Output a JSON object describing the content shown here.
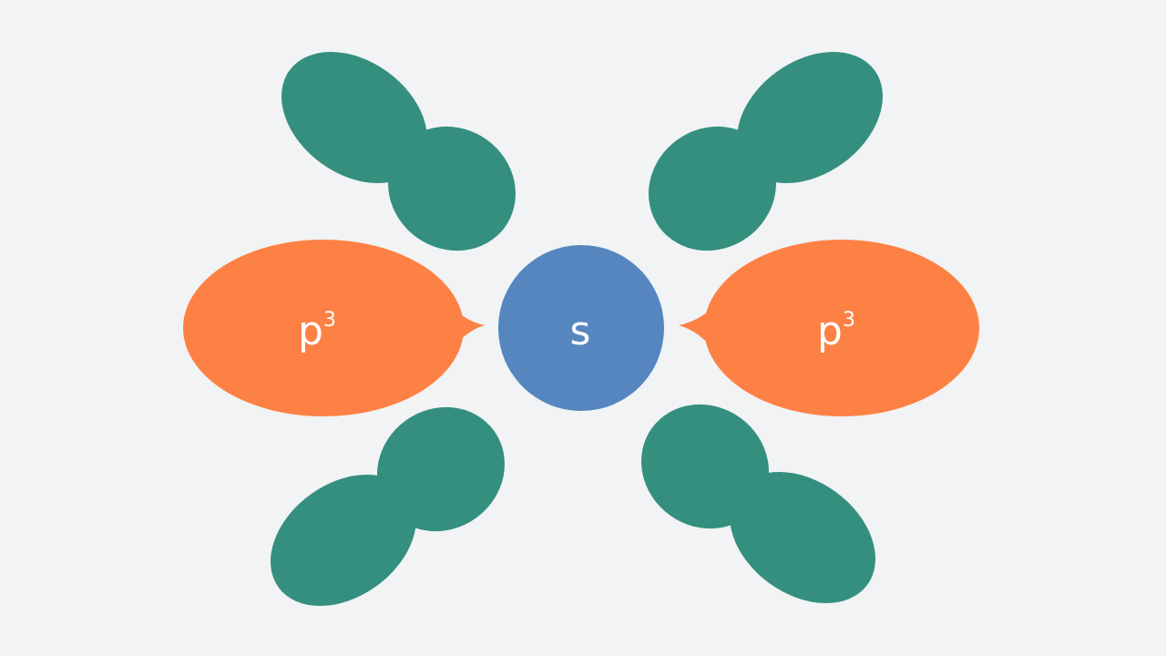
{
  "colors": {
    "background": "#f1f3f4",
    "center": "#5586c0",
    "side_lobes": "#fd8145",
    "diagonal_lobes": "#348f7e",
    "text": "#ffffff"
  },
  "center": {
    "label": "s"
  },
  "side_lobes": [
    {
      "side": "left",
      "base": "p",
      "sup": "3"
    },
    {
      "side": "right",
      "base": "p",
      "sup": "3"
    }
  ],
  "diagonal_lobes": [
    {
      "position": "top-left"
    },
    {
      "position": "top-right"
    },
    {
      "position": "bottom-left"
    },
    {
      "position": "bottom-right"
    }
  ]
}
